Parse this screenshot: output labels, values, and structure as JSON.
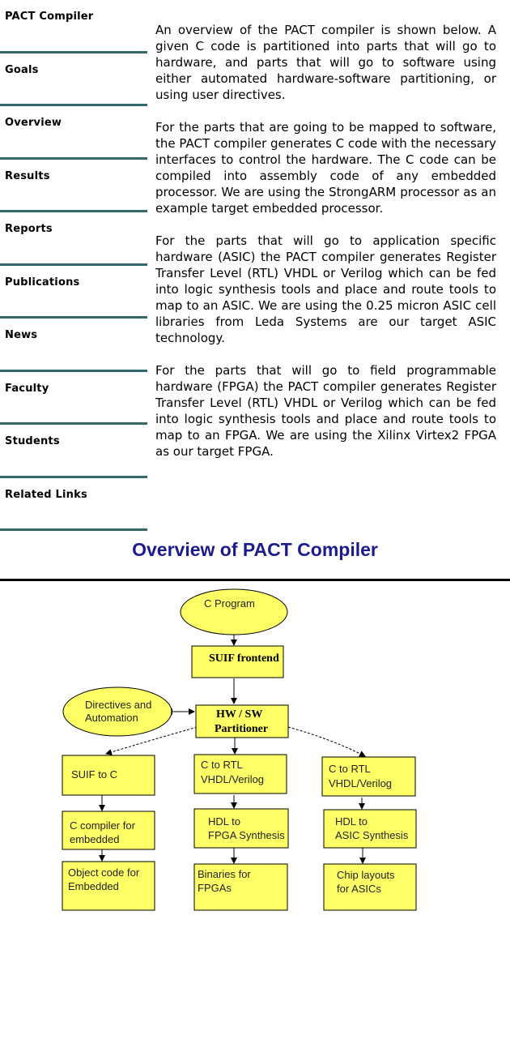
{
  "nav": {
    "items": [
      {
        "label": "PACT Compiler"
      },
      {
        "label": "Goals"
      },
      {
        "label": "Overview"
      },
      {
        "label": "Results"
      },
      {
        "label": "Reports"
      },
      {
        "label": "Publications"
      },
      {
        "label": "News"
      },
      {
        "label": "Faculty"
      },
      {
        "label": "Students"
      },
      {
        "label": "Related Links"
      }
    ]
  },
  "content": {
    "paragraphs": [
      "An overview of the PACT compiler is shown below.  A given C code is partitioned into parts that will go to hardware, and parts that will go to software using either automated hardware-software partitioning, or using user directives.",
      "For the parts that are going to be mapped to software, the PACT compiler generates C code with the necessary interfaces to control the hardware.  The C code can be compiled into assembly code of any embedded processor.  We are using the StrongARM processor as an example target embedded processor.",
      "For the parts that will go to application specific hardware (ASIC) the PACT compiler generates Register Transfer Level (RTL) VHDL or Verilog which can be fed into logic synthesis tools and place and route tools to map to an ASIC.  We are using the 0.25 micron ASIC cell libraries from Leda Systems are our target ASIC technology.",
      "For the parts that will go to field programmable hardware (FPGA) the PACT compiler generates Register Transfer Level (RTL) VHDL or Verilog which can be fed into logic synthesis tools and place and route tools to map to an FPGA.  We are using the Xilinx Virtex2 FPGA as our target FPGA."
    ]
  },
  "figure": {
    "title": "Overview of PACT Compiler",
    "colors": {
      "node_fill": "#ffff66",
      "title": "#1b1b8f",
      "nav_rule": "#356868"
    },
    "nodes": {
      "c_program": [
        "C Program"
      ],
      "suif_frontend": [
        "SUIF frontend"
      ],
      "directives": [
        "Directives and",
        "Automation"
      ],
      "partitioner": [
        "HW / SW",
        "Partitioner"
      ],
      "suif_to_c": [
        "SUIF to C"
      ],
      "c_to_rtl_fpga": [
        "C to RTL",
        "VHDL/Verilog"
      ],
      "c_to_rtl_asic": [
        "C to RTL",
        "VHDL/Verilog"
      ],
      "c_compiler": [
        "C compiler for",
        "embedded"
      ],
      "hdl_fpga": [
        "HDL to",
        "FPGA Synthesis"
      ],
      "hdl_asic": [
        "HDL to",
        "ASIC Synthesis"
      ],
      "object_code": [
        "Object code for",
        "Embedded"
      ],
      "binaries": [
        "Binaries for",
        "FPGAs"
      ],
      "chip_layouts": [
        "Chip layouts",
        "for ASICs"
      ]
    }
  }
}
